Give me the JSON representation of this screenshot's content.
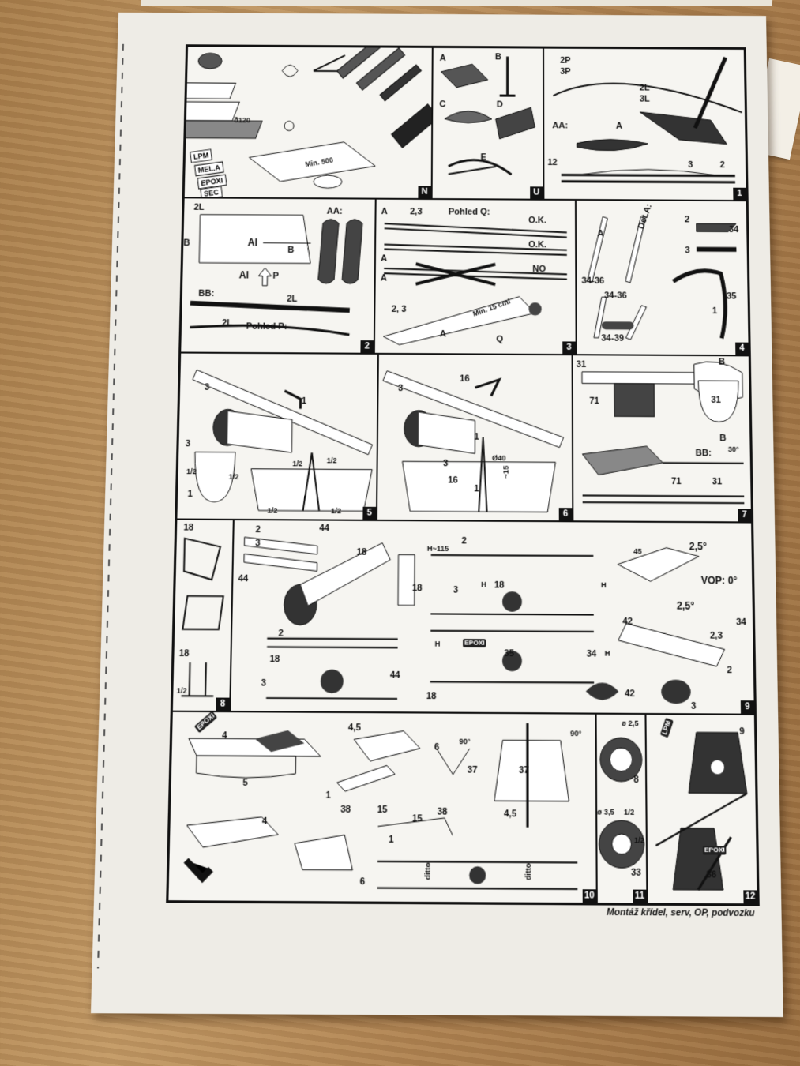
{
  "document": {
    "caption": "Montáž křídel, serv, OP, podvozku",
    "panels": {
      "N": {
        "number": "N",
        "labels": [
          "ð120",
          "Min. 500"
        ],
        "materials": [
          "LPM",
          "MEL.A",
          "EPOXI",
          "SEC"
        ]
      },
      "U": {
        "number": "U",
        "labels": [
          "A",
          "B",
          "C",
          "D",
          "E"
        ]
      },
      "1": {
        "number": "1",
        "labels": [
          "2P",
          "3P",
          "2L",
          "3L",
          "AA:",
          "A",
          "12",
          "3",
          "2"
        ]
      },
      "2": {
        "number": "2",
        "labels": [
          "2L",
          "AA:",
          "B",
          "AI",
          "B",
          "AI",
          "P",
          "BB:",
          "2L",
          "2L",
          "Pohled P:"
        ]
      },
      "3": {
        "number": "3",
        "labels": [
          "A",
          "2,3",
          "Pohled Q:",
          "O.K.",
          "O.K.",
          "A",
          "NO",
          "A",
          "2, 3",
          "A",
          "Q",
          "Min. 15 cm!"
        ]
      },
      "4": {
        "number": "4",
        "labels": [
          "A",
          "Det.A:",
          "2",
          "34",
          "3",
          "34-36",
          "35",
          "1",
          "34-36",
          "34-39"
        ]
      },
      "5": {
        "number": "5",
        "labels": [
          "3",
          "1",
          "3",
          "1/2",
          "1/2",
          "1",
          "1/2",
          "1/2",
          "1/2",
          "1/2"
        ]
      },
      "6": {
        "number": "6",
        "labels": [
          "3",
          "16",
          "1",
          "3",
          "Ø40",
          "16",
          "1",
          "~15"
        ]
      },
      "7": {
        "number": "7",
        "labels": [
          "31",
          "B",
          "71",
          "31",
          "B",
          "BB:",
          "30°",
          "71",
          "31"
        ]
      },
      "8": {
        "number": "8",
        "labels": [
          "18",
          "18",
          "1/2"
        ]
      },
      "9": {
        "number": "9",
        "labels": [
          "2",
          "3",
          "44",
          "18",
          "44",
          "18",
          "2",
          "18",
          "3",
          "44",
          "2",
          "H~115",
          "H",
          "3",
          "18",
          "H",
          "H",
          "EPOXI",
          "35",
          "34",
          "H",
          "18",
          "42",
          "45",
          "2,5°",
          "VOP: 0°",
          "2,5°",
          "42",
          "34",
          "2,3",
          "2",
          "3"
        ]
      },
      "10": {
        "number": "10",
        "labels": [
          "EPOXI",
          "4",
          "4,5",
          "5",
          "6",
          "90°",
          "90°",
          "37",
          "37",
          "1",
          "38",
          "15",
          "4,5",
          "4",
          "15",
          "38",
          "1",
          "6",
          "ditto",
          "ditto"
        ]
      },
      "11": {
        "number": "11",
        "labels": [
          "ø 2,5",
          "8",
          "ø 3,5",
          "1/2",
          "1/2",
          "33"
        ]
      },
      "12": {
        "number": "12",
        "labels": [
          "LPM",
          "9",
          "EPOXI",
          "36"
        ]
      }
    }
  }
}
